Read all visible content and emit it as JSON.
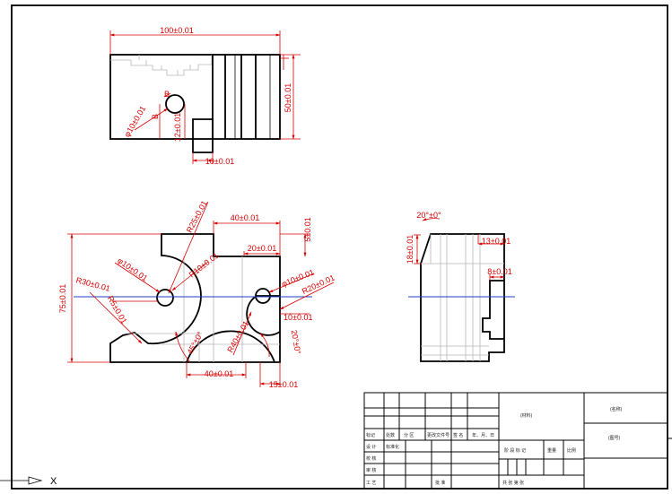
{
  "colors": {
    "part": "#000000",
    "dimension": "#d40000",
    "centerline": "#1f3fbf",
    "hidden": "#b7b7b7"
  },
  "top_view": {
    "dim_width": "100±0.01",
    "dim_height": "50±0.01",
    "dim_hole_dia": "φ10±0.01",
    "dim_hole_y": "12±0.01",
    "dim_slot": "10±0.01",
    "ref_a": "B",
    "ref_b": "B"
  },
  "front_view": {
    "dim_r25": "R25±0.01",
    "dim_40_top": "40±0.01",
    "dim_5": "5±0.01",
    "dim_20": "20±0.01",
    "dim_phi10_left": "φ10±0.01",
    "dim_r10": "R10±0.01",
    "dim_r30": "R30±0.01",
    "dim_r5": "R5±0.01",
    "dim_phi10_right": "φ10±0.01",
    "dim_r20": "R20±0.01",
    "dim_75": "75±0.01",
    "dim_10": "10±0.01",
    "dim_angle_45": "45°±0°",
    "dim_angle_20": "20°±0°",
    "dim_r40": "R40±0.01",
    "dim_40_bottom": "40±0.01",
    "dim_15": "15±0.01"
  },
  "side_view": {
    "dim_angle": "20°±0°",
    "dim_18": "18±0.01",
    "dim_13": "13±0.01",
    "dim_8": "8±0.01"
  },
  "title_block": {
    "col_labels": [
      "标记",
      "处数",
      "分 区",
      "更改文件号",
      "签 名",
      "年、月、日"
    ],
    "row_labels": [
      "设 计",
      "校 核",
      "审 核",
      "工 艺"
    ],
    "std_label": "标准化",
    "approve_label": "批 准",
    "material": "(材料)",
    "name": "(名称)",
    "code": "(图号)",
    "stage_label": "阶 段 标 记",
    "weight_label": "重量",
    "scale_label": "比例",
    "sheets_label": "共    张   第    张"
  },
  "corner_mark": "X"
}
